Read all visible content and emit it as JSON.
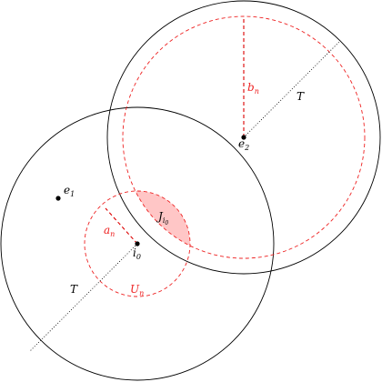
{
  "colors": {
    "black": "#000000",
    "red": "#ee2222",
    "shade_fill": "#ffc6c6"
  },
  "points": {
    "e1": {
      "base": "e",
      "sub": "1"
    },
    "e2": {
      "base": "e",
      "sub": "2"
    },
    "i0": {
      "base": "i",
      "sub": "0"
    }
  },
  "labels": {
    "T_upper": "T",
    "T_lower": "T",
    "b_n": {
      "base": "b",
      "sub": "n"
    },
    "a_n": {
      "base": "a",
      "sub": "n"
    },
    "U_n": {
      "base": "U",
      "sub": "n"
    },
    "J": {
      "base": "J",
      "sub": "i",
      "subsub": "0"
    }
  }
}
